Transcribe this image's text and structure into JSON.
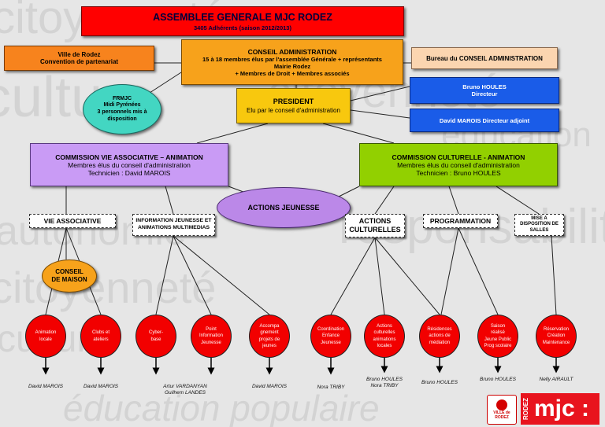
{
  "background_words": [
    "citoyenneté",
    "culture",
    "autonomie",
    "citoyenneté",
    "culture",
    "éducation",
    "responsabilité",
    "citoyenneté",
    "éducation populaire"
  ],
  "header": {
    "title": "ASSEMBLEE GENERALE MJC RODEZ",
    "subtitle": "3405 Adhérents (saison 2012/2013)"
  },
  "partner": {
    "line1": "Ville de Rodez",
    "line2": "Convention de partenariat"
  },
  "ca": {
    "title": "CONSEIL ADMINISTRATION",
    "line1": "15 à 18 membres élus par l'assemblée Générale + représentants",
    "line2": "Mairie Rodez",
    "line3": "+ Membres de Droit + Membres associés"
  },
  "bureau": {
    "title": "Bureau du CONSEIL ADMINISTRATION"
  },
  "directeur": {
    "name": "Bruno HOULES",
    "role": "Directeur"
  },
  "adjoint": {
    "text": "David MAROIS Directeur adjoint"
  },
  "frmjc": {
    "line1": "FRMJC",
    "line2": "Midi Pyrénées",
    "line3": "3 personnels mis à",
    "line4": "disposition"
  },
  "president": {
    "title": "PRESIDENT",
    "subtitle": "Elu par le conseil d'administration"
  },
  "commission_va": {
    "title": "COMMISSION VIE ASSOCIATIVE – ANIMATION",
    "line1": "Membres élus du conseil d'administration",
    "line2": "Technicien : David MAROIS"
  },
  "commission_cult": {
    "title": "COMMISSION CULTURELLE - ANIMATION",
    "line1": "Membres élus du conseil d'administration",
    "line2": "Technicien : Bruno HOULES"
  },
  "actions_jeunesse": "ACTIONS JEUNESSE",
  "cat": {
    "vie_asso": "VIE ASSOCIATIVE",
    "info_jeunesse_1": "INFORMATION JEUNESSE ET",
    "info_jeunesse_2": "ANIMATIONS MULTIMEDIAS",
    "actions_cult_1": "ACTIONS",
    "actions_cult_2": "CULTURELLES",
    "programmation": "PROGRAMMATION",
    "mise_1": "MISE A",
    "mise_2": "DISPOSITION DE",
    "mise_3": "SALLES"
  },
  "conseil_maison": {
    "line1": "CONSEIL",
    "line2": "DE MAISON"
  },
  "circles": [
    {
      "lines": [
        "Animation",
        "locale"
      ]
    },
    {
      "lines": [
        "Clubs et",
        "ateliers"
      ]
    },
    {
      "lines": [
        "Cyber-",
        "base"
      ]
    },
    {
      "lines": [
        "Point",
        "Information",
        "Jeunesse"
      ]
    },
    {
      "lines": [
        "Accompa",
        "gnement",
        "projets de",
        "jeunes"
      ]
    },
    {
      "lines": [
        "Coordination",
        "Enfance",
        "Jeunesse"
      ]
    },
    {
      "lines": [
        "Actions",
        "culturelles",
        "animations",
        "locales"
      ]
    },
    {
      "lines": [
        "Résidences",
        "actions de",
        "médiation"
      ]
    },
    {
      "lines": [
        "Saison",
        "réalisé",
        "Jeune Public",
        "Prog scolaire"
      ]
    },
    {
      "lines": [
        "Réservation",
        "Création",
        "Maintenance"
      ]
    }
  ],
  "persons": [
    {
      "lines": [
        "David MAROIS"
      ]
    },
    {
      "lines": [
        "David MAROIS"
      ]
    },
    {
      "lines": [
        "Artur VARDANYAN",
        "Guilhem LANDES"
      ]
    },
    {
      "lines": [
        "David MAROIS"
      ]
    },
    {
      "lines": [
        "Nora  TRIBY"
      ]
    },
    {
      "lines": [
        "Bruno HOULES",
        "Nora TRIBY"
      ]
    },
    {
      "lines": [
        "Bruno HOULES"
      ]
    },
    {
      "lines": [
        "Bruno HOULES"
      ]
    },
    {
      "lines": [
        "Nelly AIRAULT"
      ]
    }
  ],
  "logo": {
    "ville_1": "VILLE de",
    "ville_2": "RODEZ",
    "rodez_vertical": "RODEZ",
    "mjc": "mjc :"
  },
  "colors": {
    "header_red": "#ff0000",
    "orange": "#f7831d",
    "amber": "#f7a21b",
    "gold": "#f8c80e",
    "blue": "#1a5ce8",
    "purple": "#c99bf5",
    "green": "#92d000",
    "teal": "#43d6c2",
    "lavender": "#bb88e8",
    "red_circle": "#f20000",
    "peach": "#fbd5b0"
  }
}
